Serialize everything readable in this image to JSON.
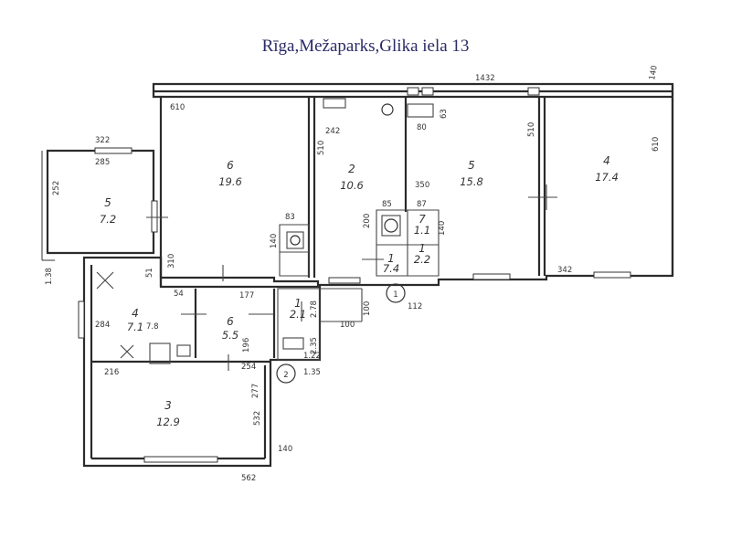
{
  "title": "Rīga,Mežaparks,Glika iela 13",
  "rooms": [
    {
      "number": "6",
      "area": "19.6"
    },
    {
      "number": "2",
      "area": "10.6"
    },
    {
      "number": "5",
      "area": "15.8"
    },
    {
      "number": "4",
      "area": "17.4"
    },
    {
      "number": "5",
      "area": "7.2"
    },
    {
      "number": "4",
      "area": "7.1"
    },
    {
      "number": "6",
      "area": "5.5"
    },
    {
      "number": "3",
      "area": "12.9"
    },
    {
      "number": "1",
      "area": "2.1"
    },
    {
      "number": "7",
      "area": "1.1"
    },
    {
      "number": "1",
      "area": "7.4"
    },
    {
      "number": "1",
      "area": "2.2"
    }
  ],
  "dimensions": [
    "1432",
    "140",
    "610",
    "242",
    "510",
    "350",
    "610",
    "510",
    "342",
    "322",
    "285",
    "252",
    "1.38",
    "310",
    "51",
    "284",
    "54",
    "177",
    "216",
    "254",
    "277",
    "532",
    "140",
    "562",
    "1.35",
    "2.35",
    "1.22",
    "100",
    "100",
    "200",
    "85",
    "87",
    "140",
    "83",
    "140",
    "63",
    "80",
    "112",
    "2.78",
    "196",
    "7.8"
  ],
  "stair_markers": [
    "1",
    "2"
  ],
  "colors": {
    "title": "#2a2a66",
    "lines": "#2b2b2b"
  }
}
